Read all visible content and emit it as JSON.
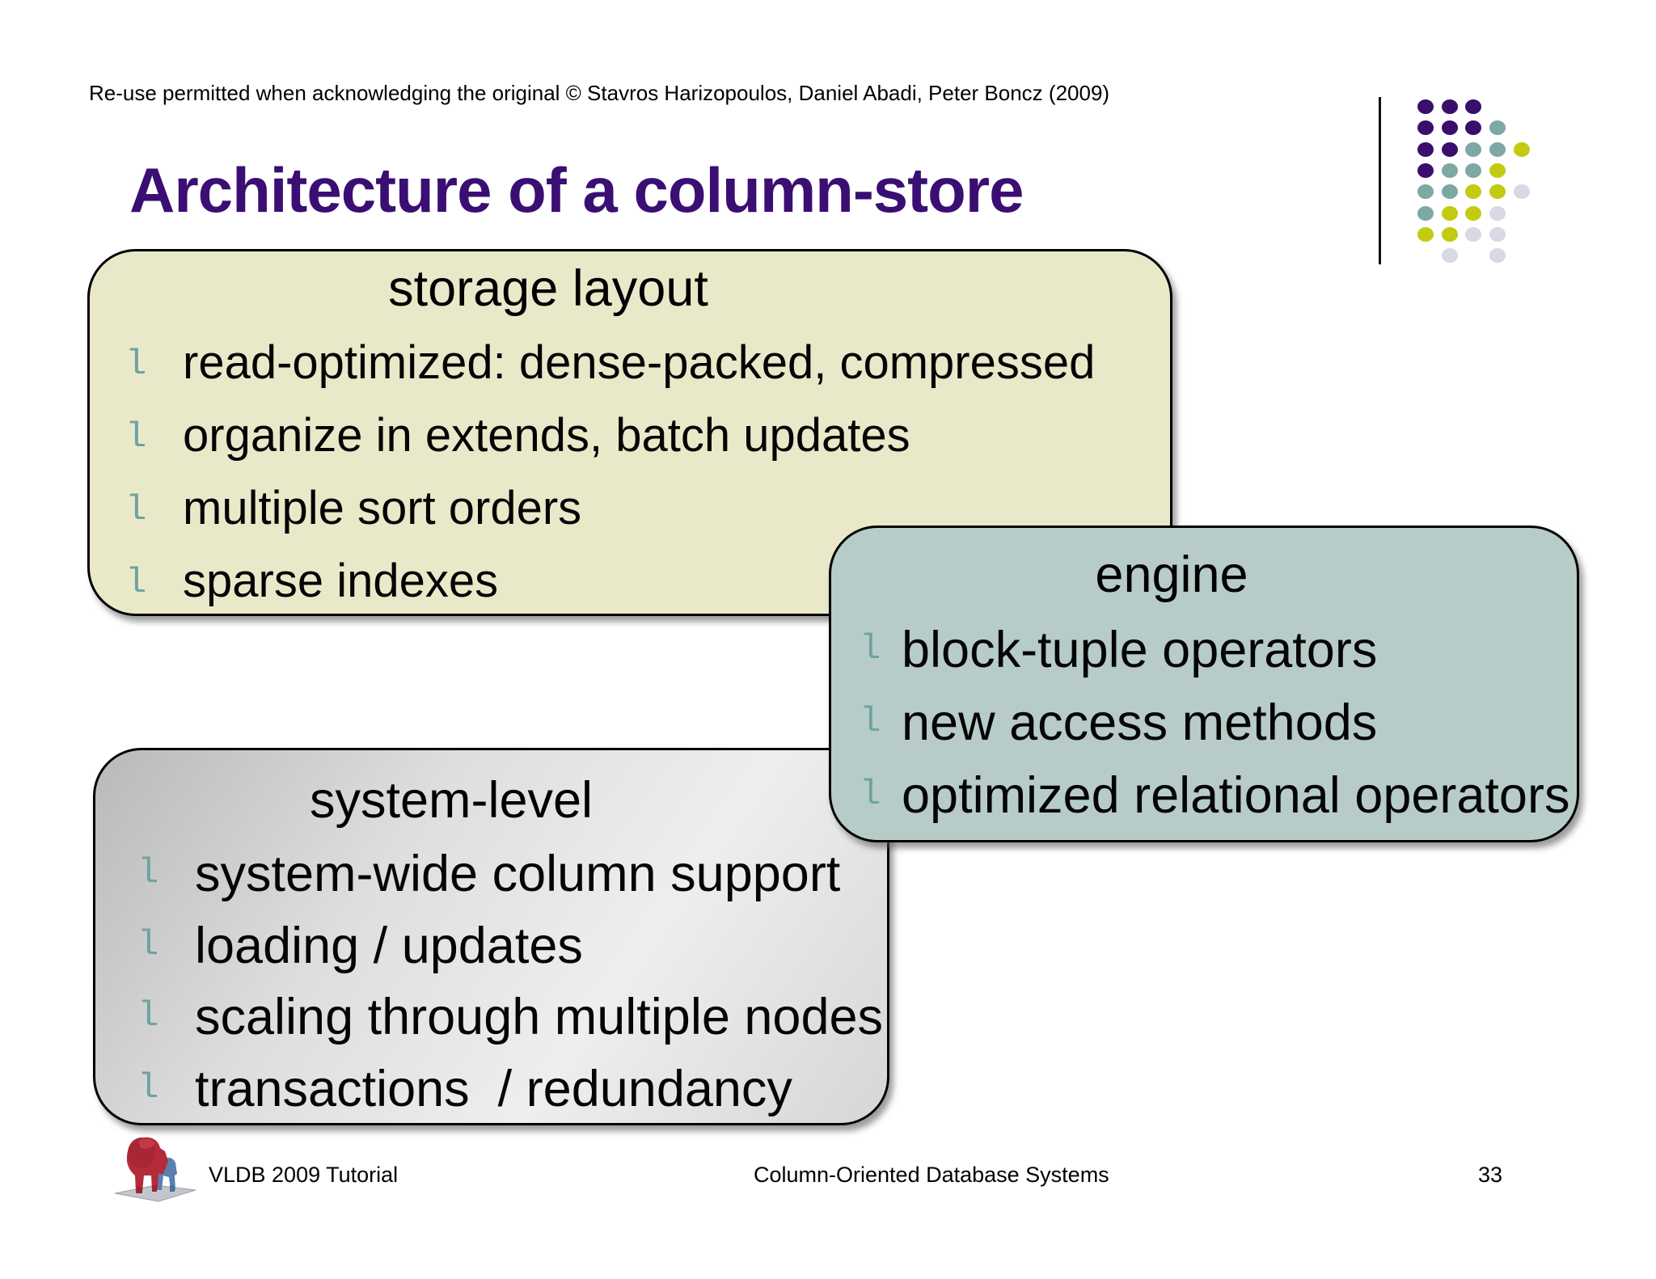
{
  "page": {
    "copyright": "Re-use permitted when acknowledging the original © Stavros Harizopoulos, Daniel Abadi, Peter Boncz (2009)",
    "title": "Architecture of a column-store"
  },
  "glyphs": {
    "bullet": "l"
  },
  "boxes": {
    "storage": {
      "heading": "storage layout",
      "items": [
        "read-optimized: dense-packed, compressed",
        "organize in extends, batch updates",
        "multiple sort orders",
        "sparse indexes"
      ]
    },
    "engine": {
      "heading": "engine",
      "items": [
        "block-tuple operators",
        "new access methods",
        "optimized relational operators"
      ]
    },
    "system": {
      "heading": "system-level",
      "items": [
        "system-wide column support",
        "loading / updates",
        "scaling through multiple nodes",
        "transactions  / redundancy"
      ]
    }
  },
  "footer": {
    "left": "VLDB 2009 Tutorial",
    "center": "Column-Oriented Database Systems",
    "page_number": "33"
  },
  "colors": {
    "title_color": "#3a0e73",
    "bullet_color": "#6da3a0",
    "storage_bg": "#e9e9ca",
    "engine_bg": "#b7ccc9"
  },
  "logo": {
    "pattern": [
      "PPP..",
      "PPPT.",
      "PPTTY",
      "PTTY.",
      "TTYYL",
      "TYYL.",
      "YYLL.",
      ".L.L."
    ],
    "dot_colors": {
      "P": "#38106b",
      "T": "#7da8a4",
      "Y": "#c3ca12",
      "L": "#d9d8e5"
    }
  }
}
